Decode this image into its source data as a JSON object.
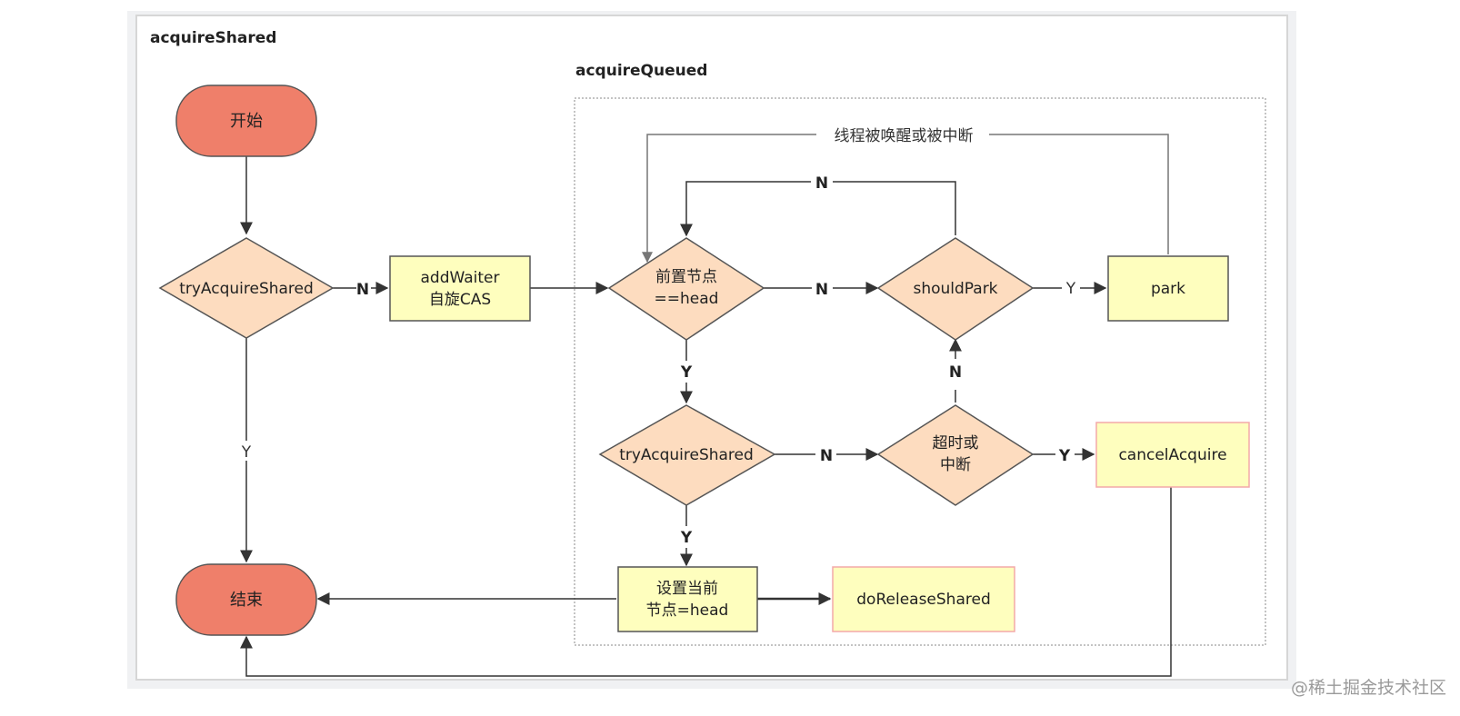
{
  "frame_title": "acquireShared",
  "group_title": "acquireQueued",
  "nodes": {
    "start": "开始",
    "end": "结束",
    "try_acquire_shared_outer": "tryAcquireShared",
    "add_waiter": [
      "addWaiter",
      "自旋CAS"
    ],
    "prev_is_head": [
      "前置节点",
      "==head"
    ],
    "should_park": "shouldPark",
    "park": "park",
    "try_acquire_shared_inner": "tryAcquireShared",
    "timeout_or_interrupt": [
      "超时或",
      "中断"
    ],
    "cancel_acquire": "cancelAcquire",
    "set_head": [
      "设置当前",
      "节点=head"
    ],
    "do_release_shared": "doReleaseShared"
  },
  "edge_labels": {
    "try_outer_no": "N",
    "try_outer_yes": "Y",
    "prev_head_no": "N",
    "prev_head_yes": "Y",
    "should_park_no_loop": "N",
    "should_park_yes": "Y",
    "park_wakeup": "线程被唤醒或被中断",
    "try_inner_no": "N",
    "try_inner_yes": "Y",
    "timeout_no": "N",
    "timeout_yes": "Y"
  },
  "watermark": "@稀土掘金技术社区",
  "colors": {
    "terminal_fill": "#ef7f6a",
    "decision_fill": "#fddcbf",
    "process_fill": "#fefebe",
    "process_alert_stroke": "#f4a9a9",
    "line": "#333333",
    "outer_bg": "#f0f1f3"
  }
}
